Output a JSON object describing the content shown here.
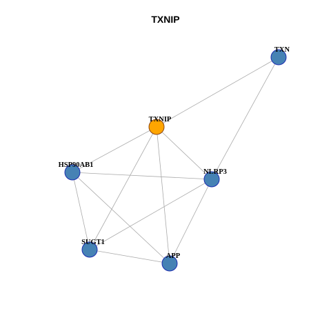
{
  "title": "TXNIP",
  "colors": {
    "focus_node_fill": "#FFA500",
    "focus_node_stroke": "#8B4513",
    "node_fill": "#4682B4",
    "node_stroke": "#1C2DB0",
    "edge": "#A9A9A9"
  },
  "nodes": [
    {
      "id": "TXNIP",
      "label": "TXNIP",
      "focus": true
    },
    {
      "id": "TXN",
      "label": "TXN",
      "focus": false
    },
    {
      "id": "HSP90AB1",
      "label": "HSP90AB1",
      "focus": false
    },
    {
      "id": "NLRP3",
      "label": "NLRP3",
      "focus": false
    },
    {
      "id": "SUGT1",
      "label": "SUGT1",
      "focus": false
    },
    {
      "id": "APP",
      "label": "APP",
      "focus": false
    }
  ],
  "edges": [
    [
      "TXNIP",
      "TXN"
    ],
    [
      "TXN",
      "NLRP3"
    ],
    [
      "TXNIP",
      "HSP90AB1"
    ],
    [
      "TXNIP",
      "NLRP3"
    ],
    [
      "TXNIP",
      "SUGT1"
    ],
    [
      "TXNIP",
      "APP"
    ],
    [
      "HSP90AB1",
      "NLRP3"
    ],
    [
      "HSP90AB1",
      "SUGT1"
    ],
    [
      "HSP90AB1",
      "APP"
    ],
    [
      "NLRP3",
      "SUGT1"
    ],
    [
      "NLRP3",
      "APP"
    ],
    [
      "SUGT1",
      "APP"
    ]
  ]
}
